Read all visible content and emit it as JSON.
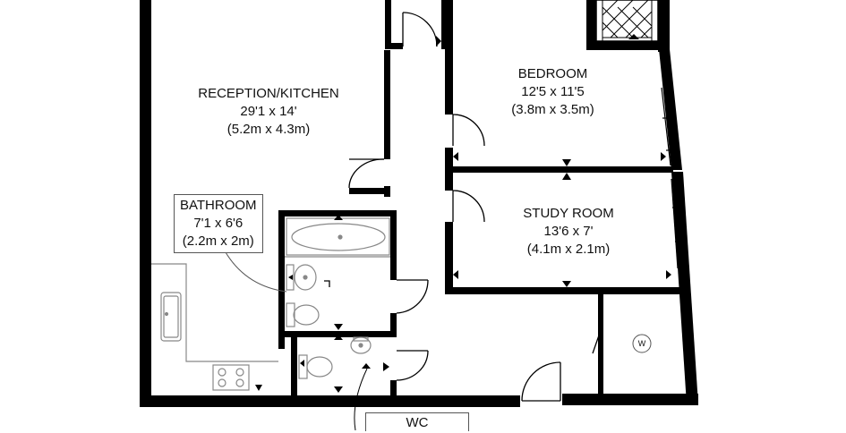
{
  "rooms": {
    "reception": {
      "name": "RECEPTION/KITCHEN",
      "imperial": "29'1 x 14'",
      "metric": "(5.2m x 4.3m)"
    },
    "bedroom": {
      "name": "BEDROOM",
      "imperial": "12'5 x 11'5",
      "metric": "(3.8m x 3.5m)"
    },
    "study": {
      "name": "STUDY ROOM",
      "imperial": "13'6 x 7'",
      "metric": "(4.1m x 2.1m)"
    },
    "bathroom": {
      "name": "BATHROOM",
      "imperial": "7'1 x 6'6",
      "metric": "(2.2m x 2m)"
    },
    "wc": {
      "name": "WC"
    }
  },
  "symbols": {
    "washer": "W"
  },
  "colors": {
    "wall": "#000000",
    "fixture": "#888888",
    "line": "#555555"
  }
}
